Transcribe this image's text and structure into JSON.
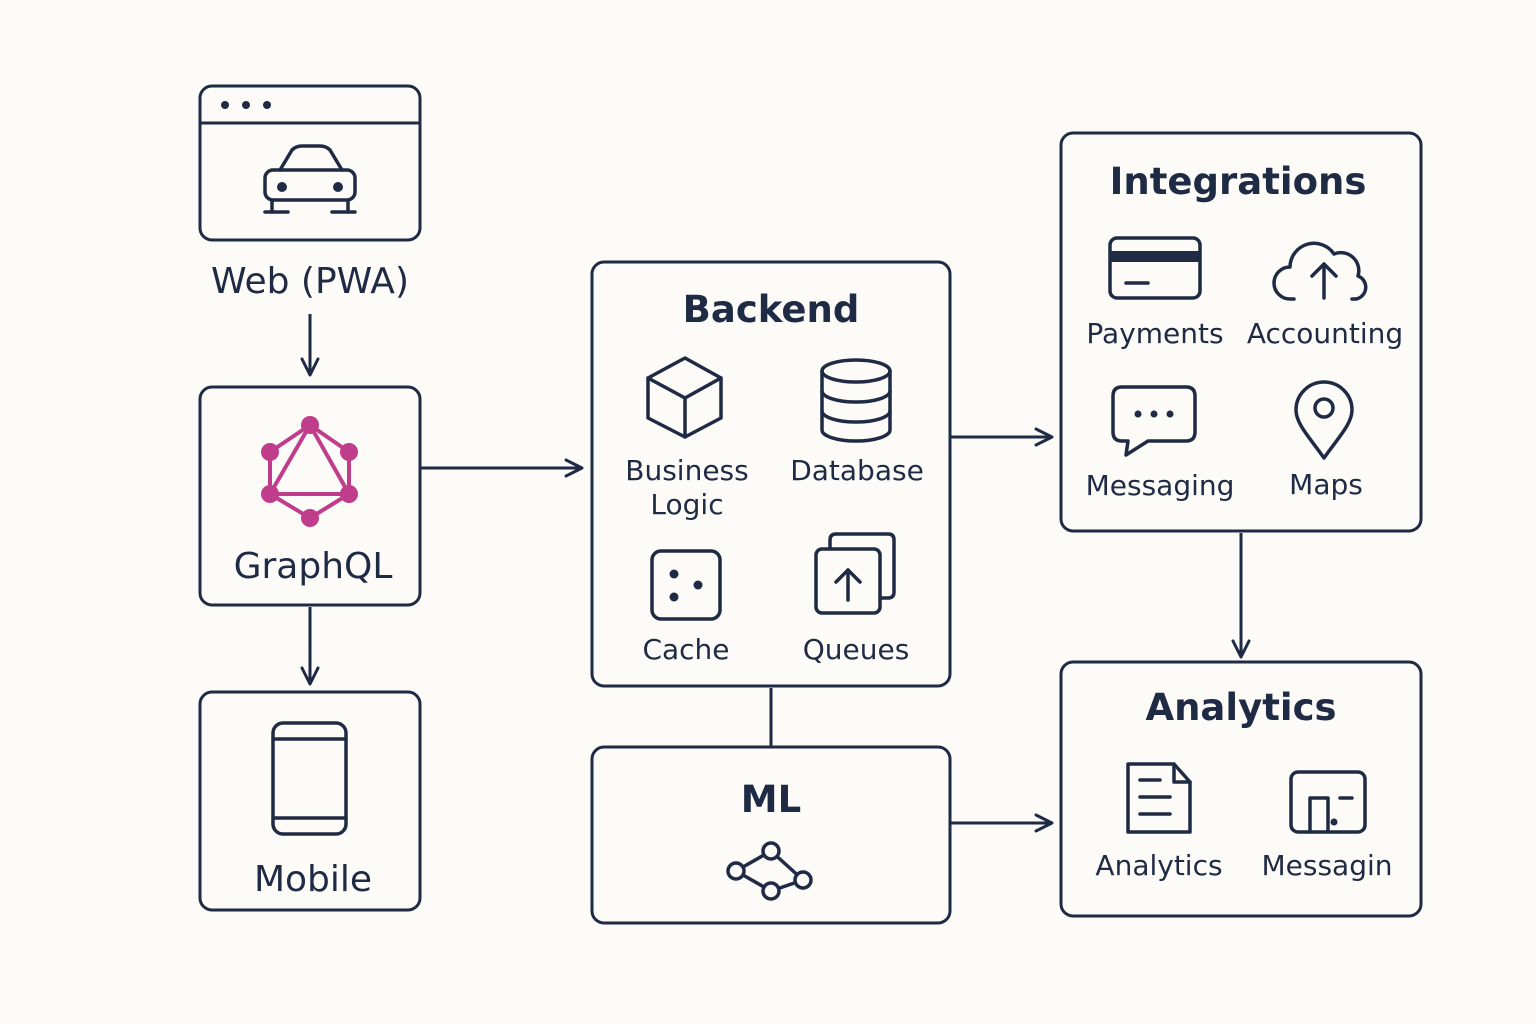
{
  "nodes": {
    "web": {
      "label": "Web (PWA)"
    },
    "graphql": {
      "label": "GraphQL"
    },
    "mobile": {
      "label": "Mobile"
    },
    "backend": {
      "title": "Backend",
      "items": {
        "business_logic": [
          "Business",
          "Logic"
        ],
        "database": "Database",
        "cache": "Cache",
        "queues": "Queues"
      }
    },
    "ml": {
      "title": "ML"
    },
    "integrations": {
      "title": "Integrations",
      "items": {
        "payments": "Payments",
        "accounting": "Accounting",
        "messaging": "Messaging",
        "maps": "Maps"
      }
    },
    "analytics": {
      "title": "Analytics",
      "items": {
        "analytics": "Analytics",
        "messaging": "Messagin"
      }
    }
  },
  "edges": [
    {
      "from": "web",
      "to": "graphql",
      "arrow": true
    },
    {
      "from": "graphql",
      "to": "mobile",
      "arrow": true
    },
    {
      "from": "graphql",
      "to": "backend",
      "arrow": true
    },
    {
      "from": "backend",
      "to": "integrations",
      "arrow": true
    },
    {
      "from": "backend",
      "to": "ml",
      "arrow": false
    },
    {
      "from": "integrations",
      "to": "analytics",
      "arrow": true
    },
    {
      "from": "ml",
      "to": "analytics",
      "arrow": true
    }
  ],
  "colors": {
    "background": "#fcfbf7",
    "ink": "#1f2a44",
    "graphql_accent": "#c03d8c"
  },
  "icons": {
    "web": "car-in-browser-icon",
    "graphql": "graphql-logo-icon",
    "mobile": "smartphone-icon",
    "business_logic": "cube-icon",
    "database": "database-icon",
    "cache": "dice-icon",
    "queues": "upload-stack-icon",
    "ml": "network-graph-icon",
    "payments": "credit-card-icon",
    "accounting": "cloud-upload-icon",
    "messaging": "chat-bubble-icon",
    "maps": "map-pin-icon",
    "analytics": "document-icon",
    "analytics_messaging": "dashboard-icon"
  }
}
